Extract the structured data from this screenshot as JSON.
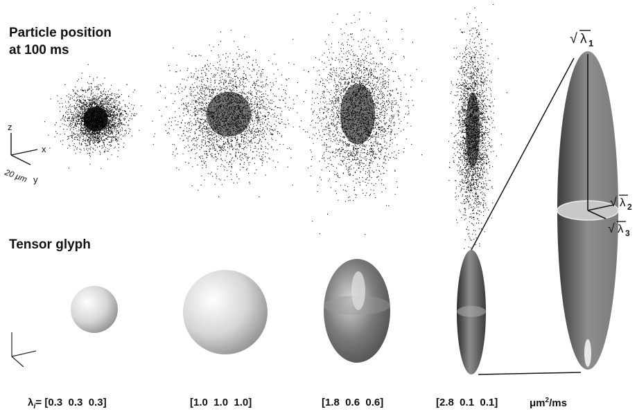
{
  "section_titles": {
    "particle_line1": "Particle position",
    "particle_line2": "at 100 ms",
    "tensor": "Tensor glyph"
  },
  "axes": {
    "z": "z",
    "x": "x",
    "y": "y",
    "scale": "20 μm"
  },
  "eigen_labels": {
    "prefix": "λ",
    "prefix_sub": "i",
    "equals": "=",
    "sets": [
      "[0.3  0.3  0.3]",
      "[1.0  1.0  1.0]",
      "[1.8  0.6  0.6]",
      "[2.8  0.1  0.1]"
    ],
    "unit_base": "μm",
    "unit_sup": "2",
    "unit_tail": "/ms"
  },
  "zoom_labels": {
    "sqrt": "√",
    "lambda": "λ",
    "sub1": "1",
    "sub2": "2",
    "sub3": "3"
  },
  "eigenvalues": [
    [
      0.3,
      0.3,
      0.3
    ],
    [
      1.0,
      1.0,
      1.0
    ],
    [
      1.8,
      0.6,
      0.6
    ],
    [
      2.8,
      0.1,
      0.1
    ]
  ],
  "colors": {
    "background": "#ffffff",
    "particles": "#000000",
    "glyph_light": "#e6e6e6",
    "glyph_dark": "#4a4a4a"
  }
}
